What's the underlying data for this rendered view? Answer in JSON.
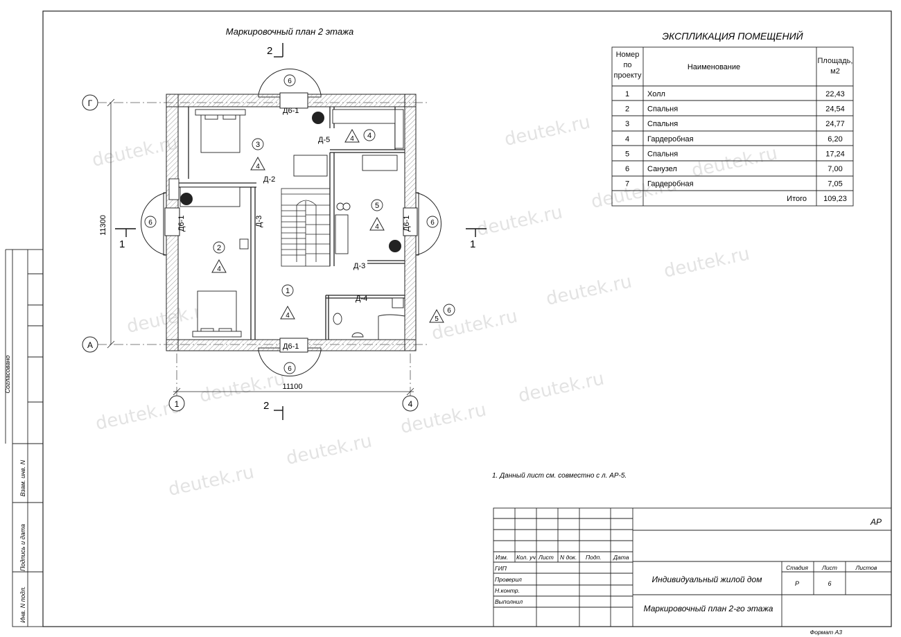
{
  "plan": {
    "title": "Маркировочный план 2 этажа",
    "section_mark": "2",
    "section_mark_side": "1",
    "axes": {
      "g": "Г",
      "a": "А",
      "one": "1",
      "four": "4"
    },
    "dimension_width": "11100",
    "dimension_height": "11300",
    "doors": {
      "d61": "Д6-1",
      "d2": "Д-2",
      "d3": "Д-3",
      "d4": "Д-4",
      "d5": "Д-5"
    },
    "room_numbers": [
      "1",
      "2",
      "3",
      "4",
      "5"
    ],
    "finish_mark": "4",
    "window_mark": "6",
    "legend_triangle": "5",
    "legend_circle": "6"
  },
  "table": {
    "title": "ЭКСПЛИКАЦИЯ ПОМЕЩЕНИЙ",
    "headers": {
      "num": "Номер по проекту",
      "name": "Наименование",
      "area": "Площадь, м2"
    },
    "rows": [
      {
        "num": "1",
        "name": "Холл",
        "area": "22,43"
      },
      {
        "num": "2",
        "name": "Спальня",
        "area": "24,54"
      },
      {
        "num": "3",
        "name": "Спальня",
        "area": "24,77"
      },
      {
        "num": "4",
        "name": "Гардеробная",
        "area": "6,20"
      },
      {
        "num": "5",
        "name": "Спальня",
        "area": "17,24"
      },
      {
        "num": "6",
        "name": "Санузел",
        "area": "7,00"
      },
      {
        "num": "7",
        "name": "Гардеробная",
        "area": "7,05"
      }
    ],
    "total_label": "Итого",
    "total_value": "109,23"
  },
  "note": "1. Данный лист см. совместно  с л. АР-5.",
  "side_stamps": [
    "Согласовано",
    "Взам. инв. N",
    "Подпись и дата",
    "Инв. N подл."
  ],
  "stamp": {
    "code": "АР",
    "cols": [
      "Изм.",
      "Кол. уч",
      "Лист",
      "N док.",
      "Подп.",
      "Дата"
    ],
    "roles": [
      "ГИП",
      "Проверил",
      "Н.контр.",
      "Выполнил"
    ],
    "project": "Индивидуальный жилой дом",
    "sheet_title": "Маркировочный план 2-го этажа",
    "stage_label": "Стадия",
    "sheet_label": "Лист",
    "sheets_label": "Листов",
    "stage": "Р",
    "sheet": "6",
    "format": "Формат А3"
  },
  "watermark": "deutek.ru"
}
